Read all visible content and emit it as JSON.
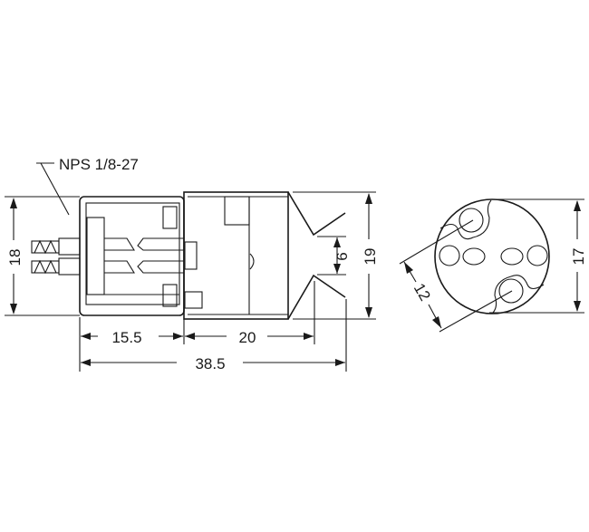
{
  "callout": "NPS 1/8-27",
  "dimensions": {
    "height_left": "18",
    "width_body": "15.5",
    "width_clip": "20",
    "overall_length": "38.5",
    "clip_gap": "6",
    "height_right": "19",
    "hole_spacing": "12",
    "diameter": "17"
  }
}
